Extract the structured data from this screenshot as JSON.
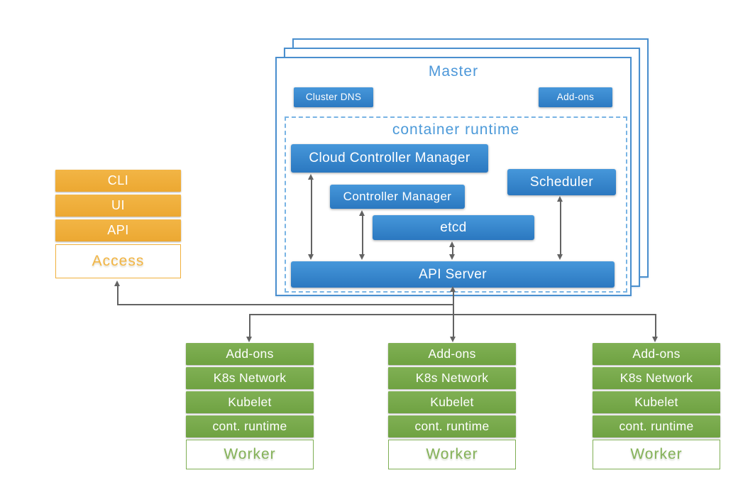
{
  "colors": {
    "accent_blue": "#3c8bd0",
    "heading_blue": "#4c97d9",
    "accent_orange": "#f0b03c",
    "accent_green": "#7aaa4d",
    "arrow_gray": "#636363"
  },
  "master": {
    "title": "Master",
    "cluster_dns_label": "Cluster DNS",
    "addons_label": "Add-ons",
    "runtime": {
      "title": "container runtime",
      "cloud_controller_manager": "Cloud Controller Manager",
      "controller_manager": "Controller Manager",
      "scheduler": "Scheduler",
      "etcd": "etcd",
      "api_server": "API Server"
    }
  },
  "access_stack": {
    "rows": [
      "CLI",
      "UI",
      "API"
    ],
    "base_label": "Access"
  },
  "workers": [
    {
      "rows": [
        "Add-ons",
        "K8s Network",
        "Kubelet",
        "cont. runtime"
      ],
      "base_label": "Worker"
    },
    {
      "rows": [
        "Add-ons",
        "K8s Network",
        "Kubelet",
        "cont. runtime"
      ],
      "base_label": "Worker"
    },
    {
      "rows": [
        "Add-ons",
        "K8s Network",
        "Kubelet",
        "cont. runtime"
      ],
      "base_label": "Worker"
    }
  ]
}
